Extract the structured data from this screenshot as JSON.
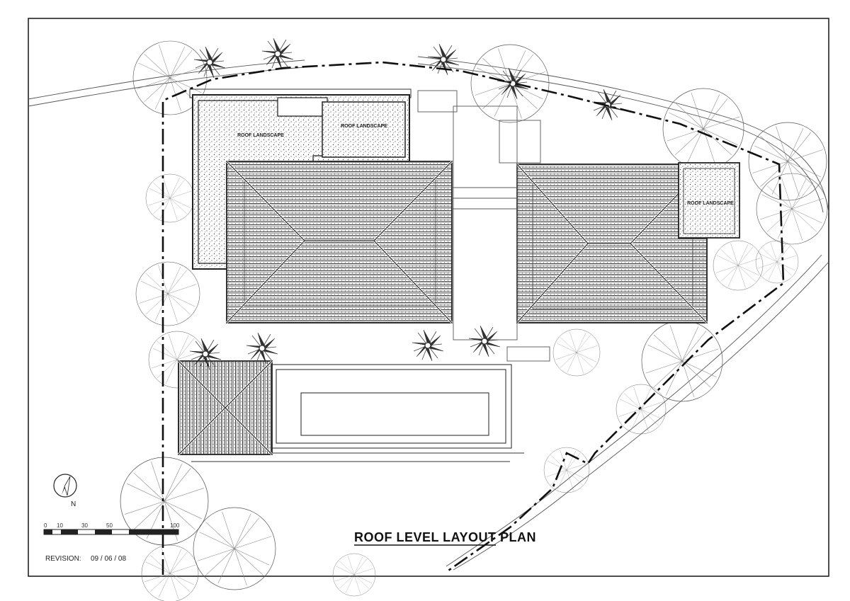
{
  "drawing": {
    "title": "ROOF LEVEL LAYOUT PLAN",
    "revision_label": "REVISION:",
    "revision_date": "09 / 06 / 08",
    "north_label": "N",
    "scale_ticks": [
      "0",
      "10",
      "30",
      "50",
      "100"
    ],
    "roof_labels": [
      "ROOF LANDSCAPE",
      "ROOF LANDSCAPE",
      "ROOF LANDSCAPE"
    ]
  },
  "colors": {
    "ink": "#222222",
    "paper": "#ffffff",
    "roof_hatch": "#555555",
    "landscape_dots": "#444444"
  }
}
